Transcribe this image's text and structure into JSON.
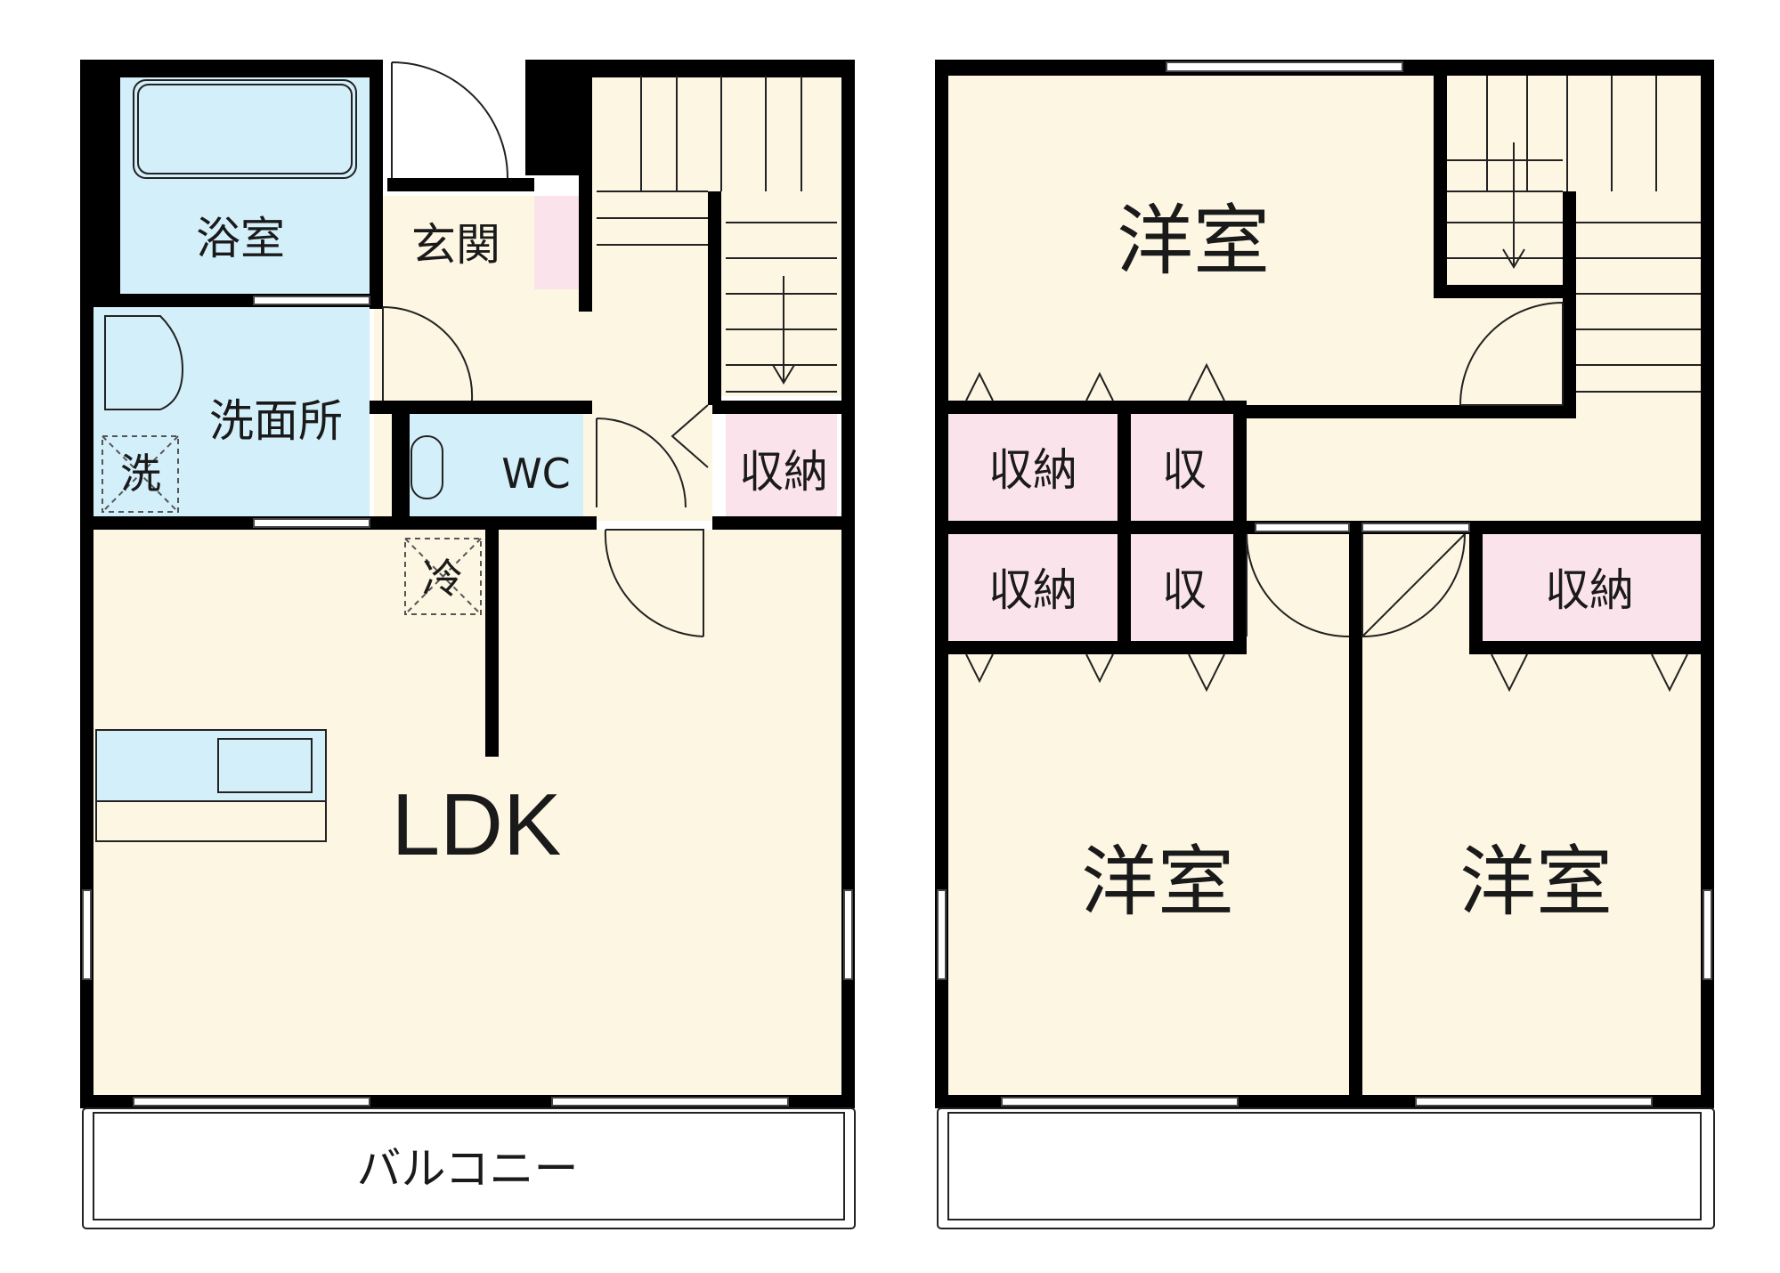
{
  "floor1": {
    "bath": "浴室",
    "entrance": "玄関",
    "washroom": "洗面所",
    "washer": "洗",
    "toilet": "WC",
    "storage": "収納",
    "fridge": "冷",
    "ldk": "LDK",
    "balcony": "バルコニー"
  },
  "floor2": {
    "room_top": "洋室",
    "room_left": "洋室",
    "room_right": "洋室",
    "storage_a": "収納",
    "storage_b": "収",
    "storage_c": "収納",
    "storage_d": "収",
    "storage_e": "収納"
  },
  "colors": {
    "floor": "#fdf6e3",
    "wet": "#d3effa",
    "storage": "#fbe3ec",
    "wall": "#000000"
  }
}
